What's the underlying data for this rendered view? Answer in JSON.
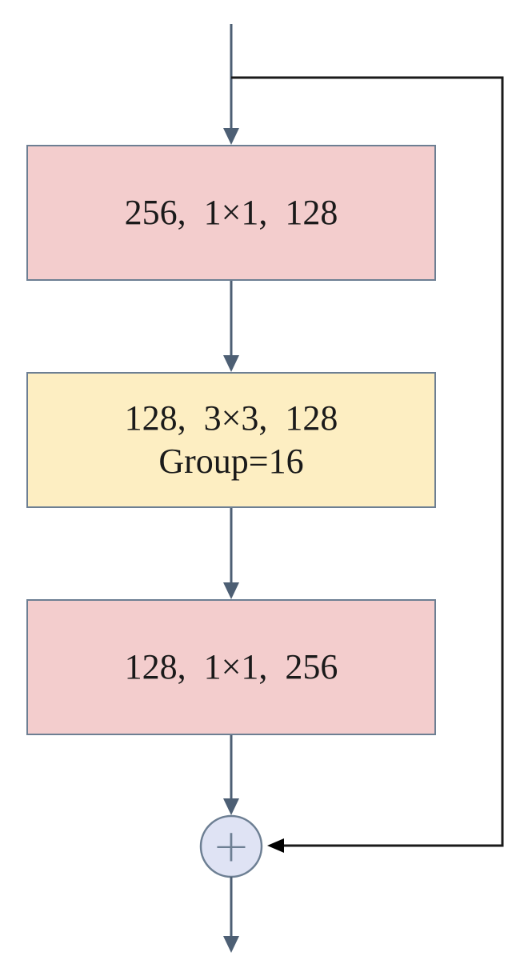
{
  "blocks": [
    {
      "lines": [
        "256,  1×1,  128"
      ],
      "fill": "#f3cdcd"
    },
    {
      "lines": [
        "128,  3×3,  128",
        "Group=16"
      ],
      "fill": "#fdeec2"
    },
    {
      "lines": [
        "128,  1×1,  256"
      ],
      "fill": "#f3cdcd"
    }
  ],
  "add_symbol": "+",
  "colors": {
    "arrow": "#4d5f74",
    "skip_line": "#1a1a1a",
    "box_border": "#6d7f93",
    "add_fill": "#dfe3f4"
  }
}
